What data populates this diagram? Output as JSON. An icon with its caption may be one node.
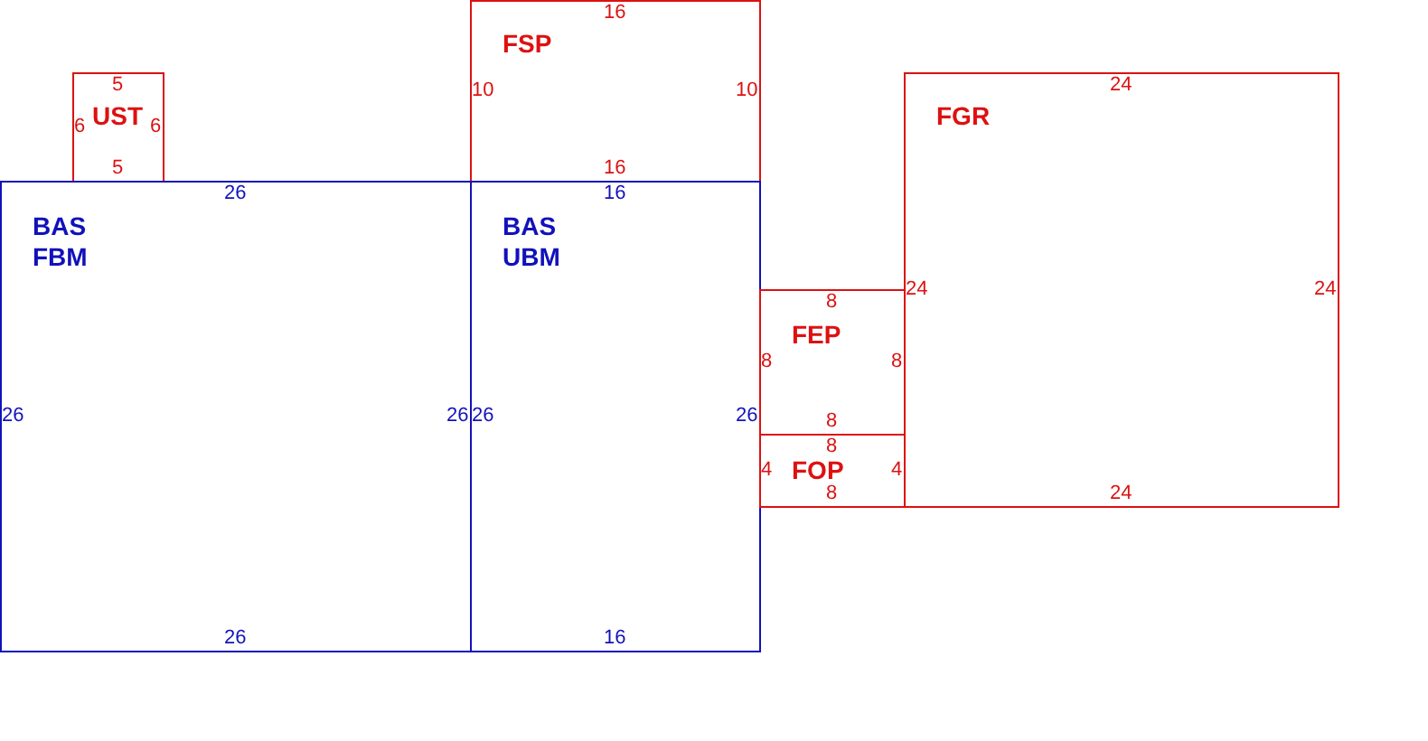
{
  "diagram": {
    "nodes": [
      {
        "text": [
          "FSP",
          "16",
          "10",
          "10",
          "16"
        ]
      },
      {
        "text": [
          "UST",
          "5",
          "6",
          "6",
          "5"
        ]
      },
      {
        "text": [
          "FGR",
          "24",
          "24",
          "24",
          "24"
        ]
      },
      {
        "text": [
          "BAS FBM",
          "26",
          "26",
          "26",
          "26"
        ]
      },
      {
        "text": [
          "BAS UBM",
          "16",
          "26",
          "26",
          "16"
        ]
      },
      {
        "text": [
          "FEP",
          "8",
          "8",
          "8",
          "8"
        ]
      },
      {
        "text": [
          "FOP",
          "8",
          "4",
          "4",
          "8"
        ]
      }
    ]
  }
}
